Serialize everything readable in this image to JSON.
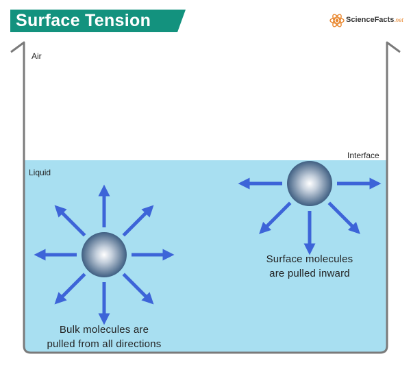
{
  "title": "Surface Tension",
  "logo": {
    "name": "ScienceFacts",
    "suffix": ".net"
  },
  "labels": {
    "air": "Air",
    "liquid": "Liquid",
    "interface": "Interface"
  },
  "captions": {
    "bulk_line1": "Bulk molecules are",
    "bulk_line2": "pulled from all directions",
    "surface_line1": "Surface molecules",
    "surface_line2": "are pulled inward"
  },
  "colors": {
    "title_bg": "#13927e",
    "liquid": "#a8dff1",
    "container_outline": "#7a7a7a",
    "arrow": "#3d64d8",
    "molecule_center": "#ffffff",
    "molecule_edge": "#3f5f82"
  }
}
